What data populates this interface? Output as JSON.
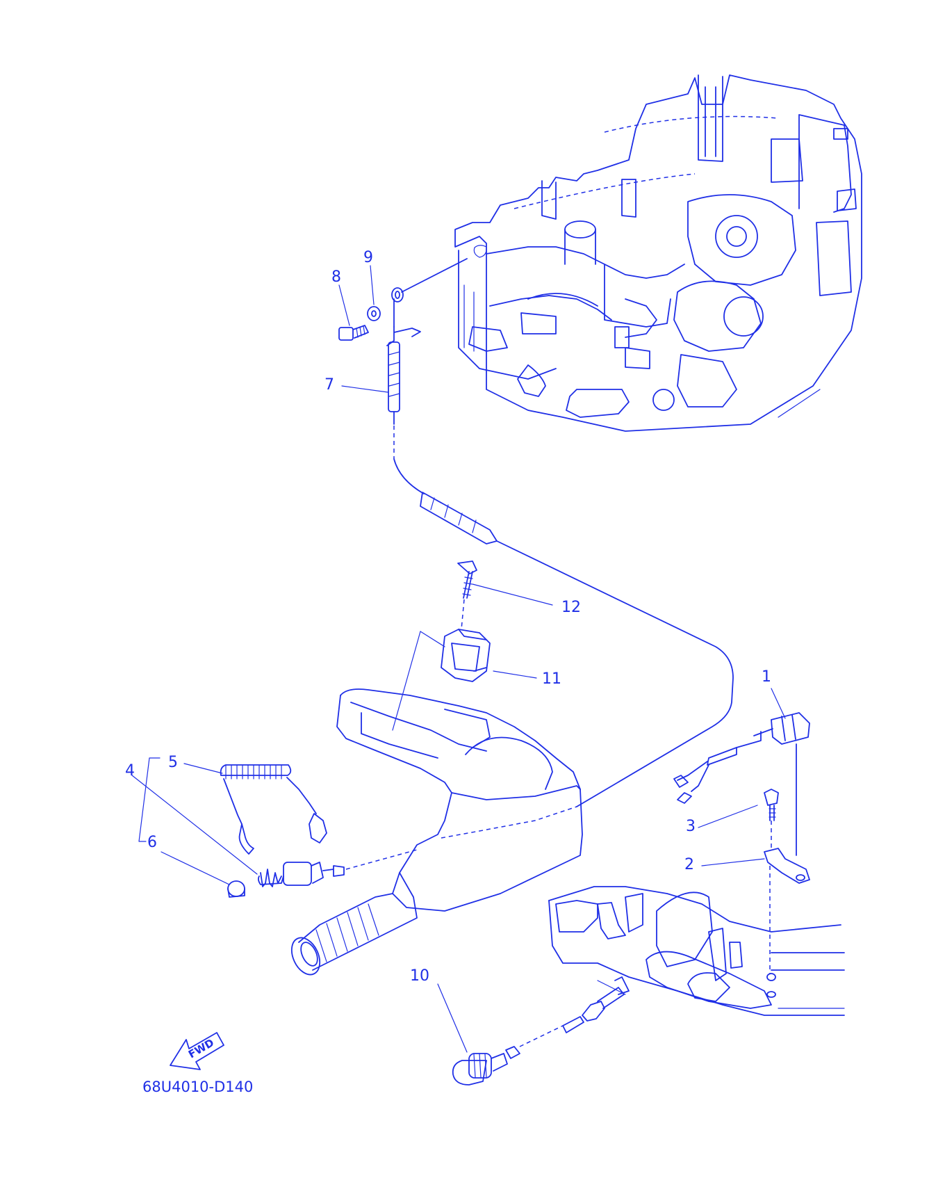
{
  "diagram_code": "68U4010-D140",
  "fwd_label": "FWD",
  "callouts": [
    {
      "number": "1"
    },
    {
      "number": "2"
    },
    {
      "number": "3"
    },
    {
      "number": "4"
    },
    {
      "number": "5"
    },
    {
      "number": "6"
    },
    {
      "number": "7"
    },
    {
      "number": "8"
    },
    {
      "number": "9"
    },
    {
      "number": "10"
    },
    {
      "number": "11"
    },
    {
      "number": "12"
    }
  ],
  "colors": {
    "ink": "#1f2fe6",
    "background": "#ffffff"
  },
  "icons": [
    "fwd-arrow-icon"
  ]
}
